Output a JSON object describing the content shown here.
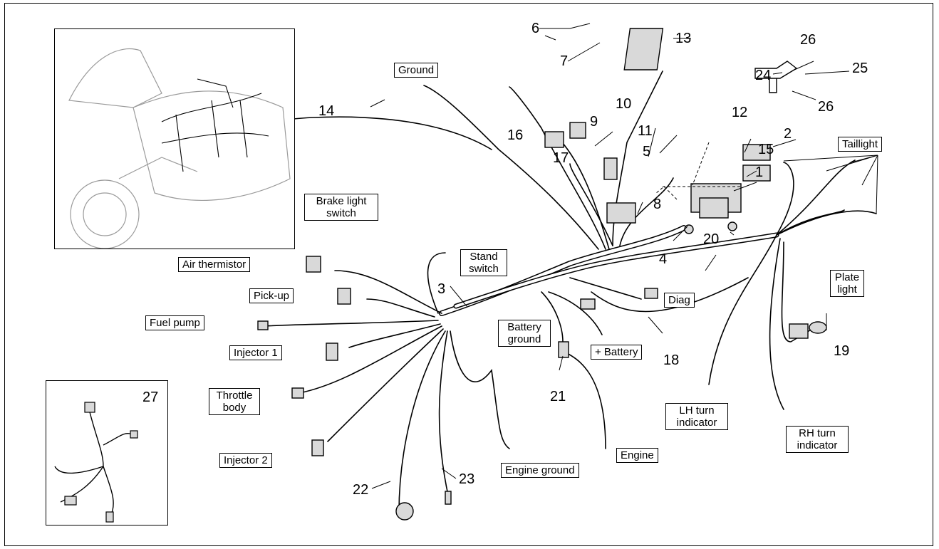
{
  "labels": {
    "ground": "Ground",
    "brake_light_switch": "Brake light switch",
    "taillight": "Taillight",
    "air_thermistor": "Air thermistor",
    "stand_switch": "Stand switch",
    "pick_up": "Pick-up",
    "fuel_pump": "Fuel pump",
    "battery_ground": "Battery ground",
    "diag": "Diag",
    "plate_light": "Plate light",
    "injector_1": "Injector 1",
    "plus_battery": "+ Battery",
    "throttle_body": "Throttle body",
    "lh_turn_indicator": "LH turn indicator",
    "rh_turn_indicator": "RH turn indicator",
    "injector_2": "Injector 2",
    "engine": "Engine",
    "engine_ground": "Engine ground"
  },
  "part_numbers": [
    "1",
    "2",
    "3",
    "4",
    "5",
    "6",
    "7",
    "8",
    "9",
    "10",
    "11",
    "12",
    "13",
    "14",
    "15",
    "16",
    "17",
    "18",
    "19",
    "20",
    "21",
    "22",
    "23",
    "24",
    "25",
    "26",
    "26",
    "27"
  ],
  "colors": {
    "line": "#000000",
    "component_fill": "#d9d9d9",
    "inset_sketch": "#9a9a9a"
  }
}
